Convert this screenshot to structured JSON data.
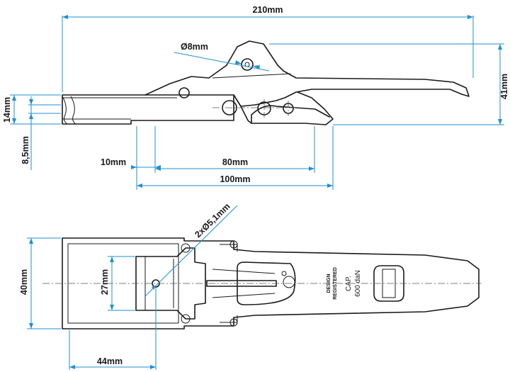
{
  "dimensions": {
    "overall_length": "210mm",
    "pin_diameter": "Ø8mm",
    "overall_height": "41mm",
    "base_thickness": "14mm",
    "hook_offset": "8,5mm",
    "hole_edge_offset": "10mm",
    "hole_spacing": "80mm",
    "base_length": "100mm",
    "mount_holes": "2xØ5,1mm",
    "hole_pitch_width": "27mm",
    "base_width": "40mm",
    "hole_distance_from_end": "44mm"
  },
  "markings": {
    "design_line1": "DESIGN",
    "design_line2": "REGISTERED",
    "capacity_line1": "CAP.",
    "capacity_line2": "600 daN"
  },
  "colors": {
    "dimension_lines": "#1f8fd0",
    "part_outline": "#1a1a1a"
  }
}
